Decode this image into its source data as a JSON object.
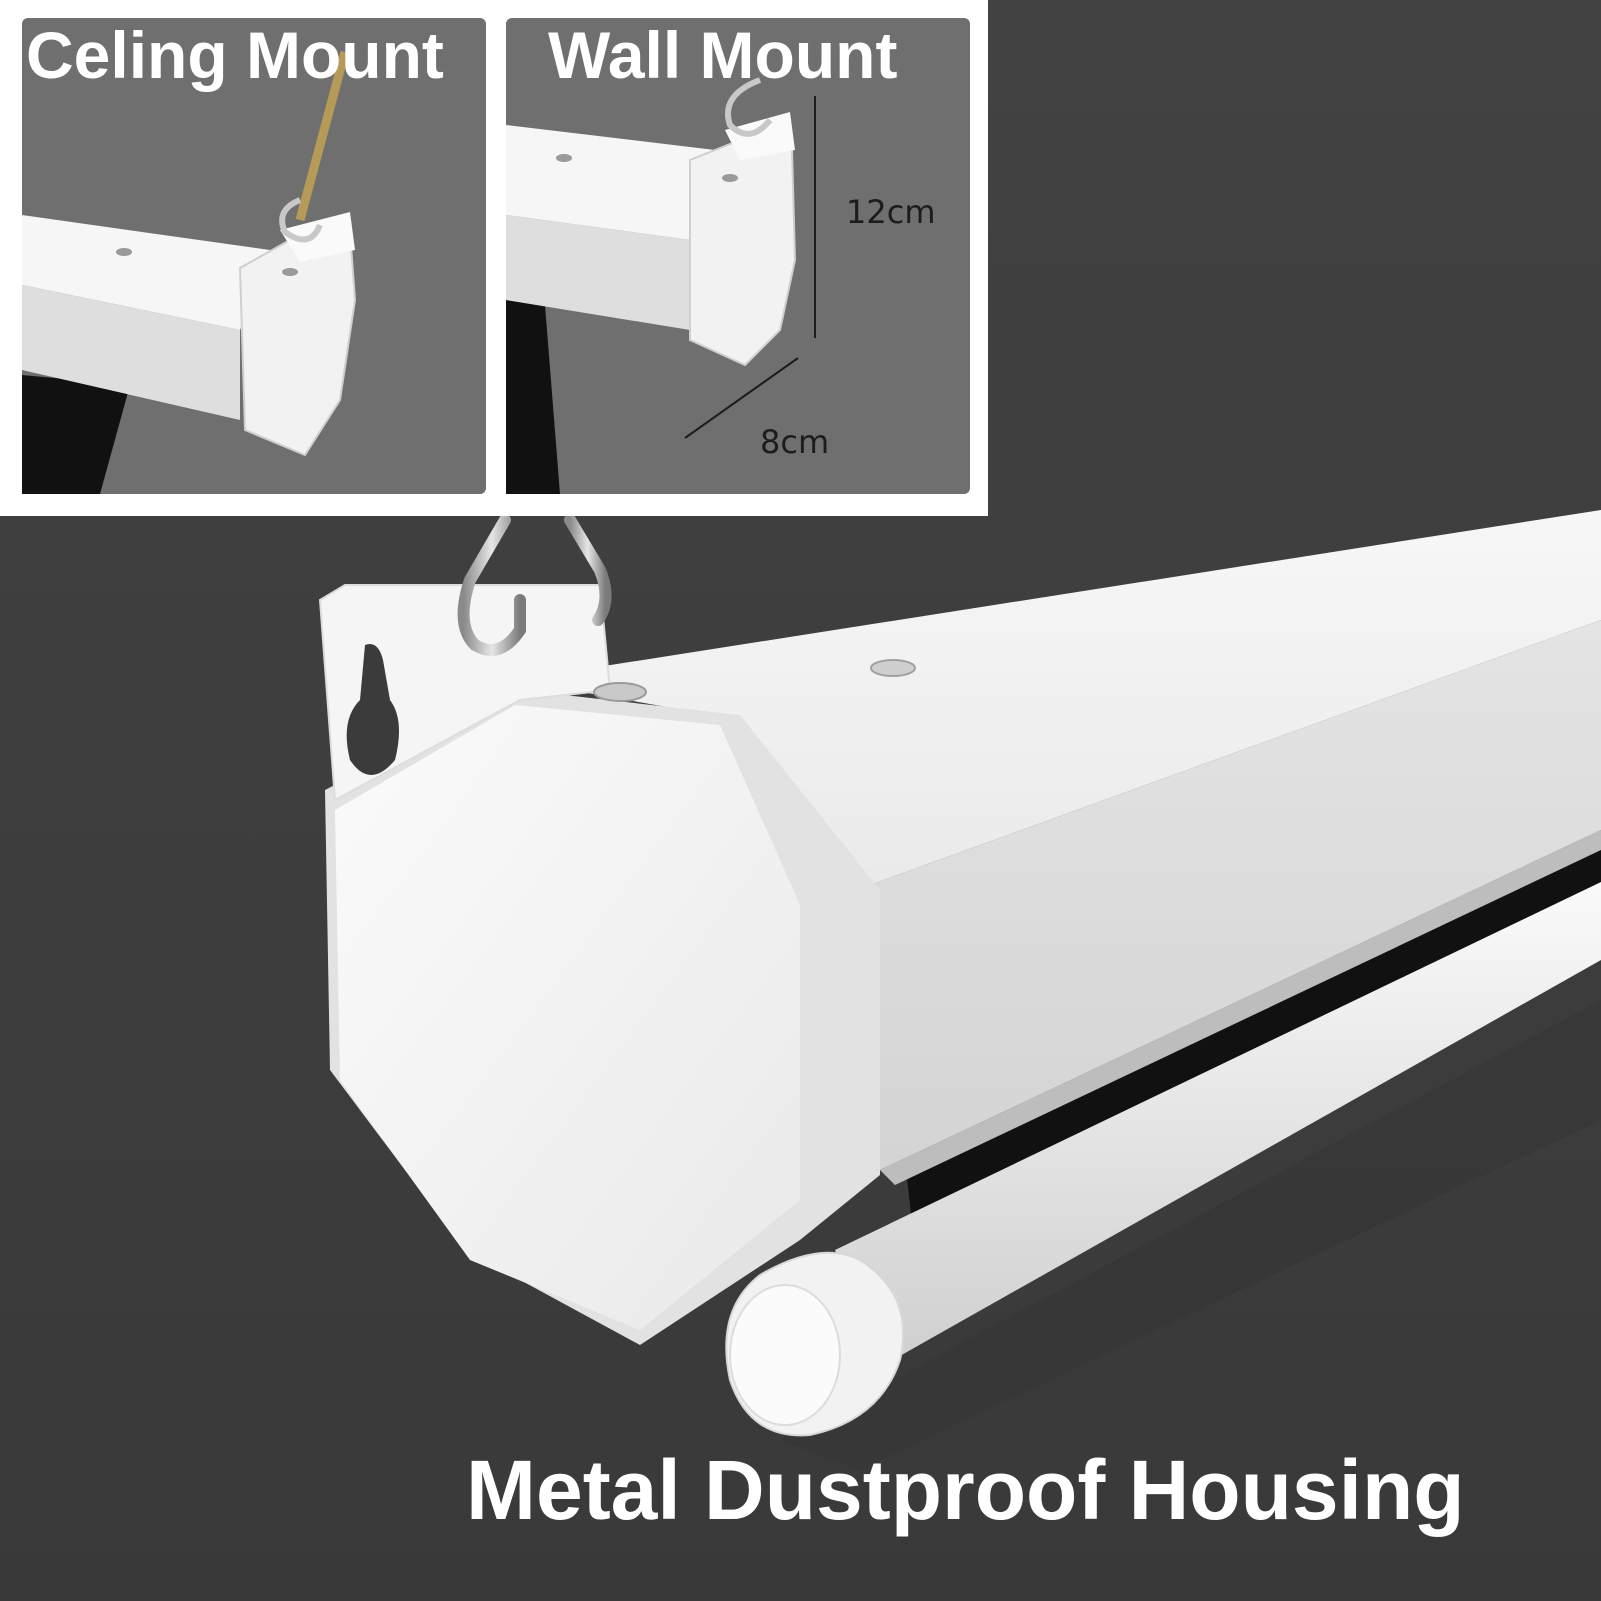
{
  "captions": {
    "ceiling_mount": "Celing Mount",
    "wall_mount": "Wall Mount",
    "main": "Metal Dustproof Housing"
  },
  "dimensions": {
    "height": "12cm",
    "depth": "8cm"
  },
  "colors": {
    "background": "#3e3e3e",
    "inset_background": "#6e6e6e",
    "housing": "#f4f4f4",
    "screen_fabric": "#111111",
    "caption_text": "#ffffff"
  }
}
